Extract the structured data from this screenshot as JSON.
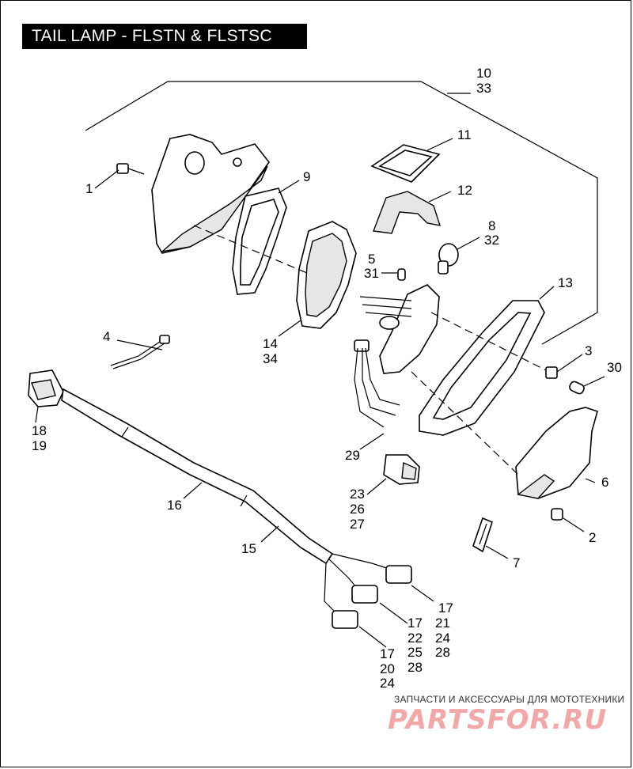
{
  "title": "TAIL LAMP - FLSTN & FLSTSC",
  "callouts": {
    "c1": "1",
    "c2": "2",
    "c3": "3",
    "c4": "4",
    "c5": "5",
    "c6": "6",
    "c7": "7",
    "c8": "8",
    "c9": "9",
    "c10": "10",
    "c11": "11",
    "c12": "12",
    "c13": "13",
    "c14": "14",
    "c15": "15",
    "c16": "16",
    "c17a": "17",
    "c17b": "17",
    "c17c": "17",
    "c18": "18",
    "c19": "19",
    "c20": "20",
    "c21": "21",
    "c22": "22",
    "c23": "23",
    "c24a": "24",
    "c24b": "24",
    "c25": "25",
    "c26": "26",
    "c27": "27",
    "c28a": "28",
    "c28b": "28",
    "c29": "29",
    "c30": "30",
    "c31": "31",
    "c32": "32",
    "c33": "33",
    "c34": "34"
  },
  "watermark": {
    "tagline": "ЗАПЧАСТИ И АКСЕССУАРЫ ДЛЯ МОТОТЕХНИКИ",
    "logo": "PARTSFOR.RU"
  }
}
